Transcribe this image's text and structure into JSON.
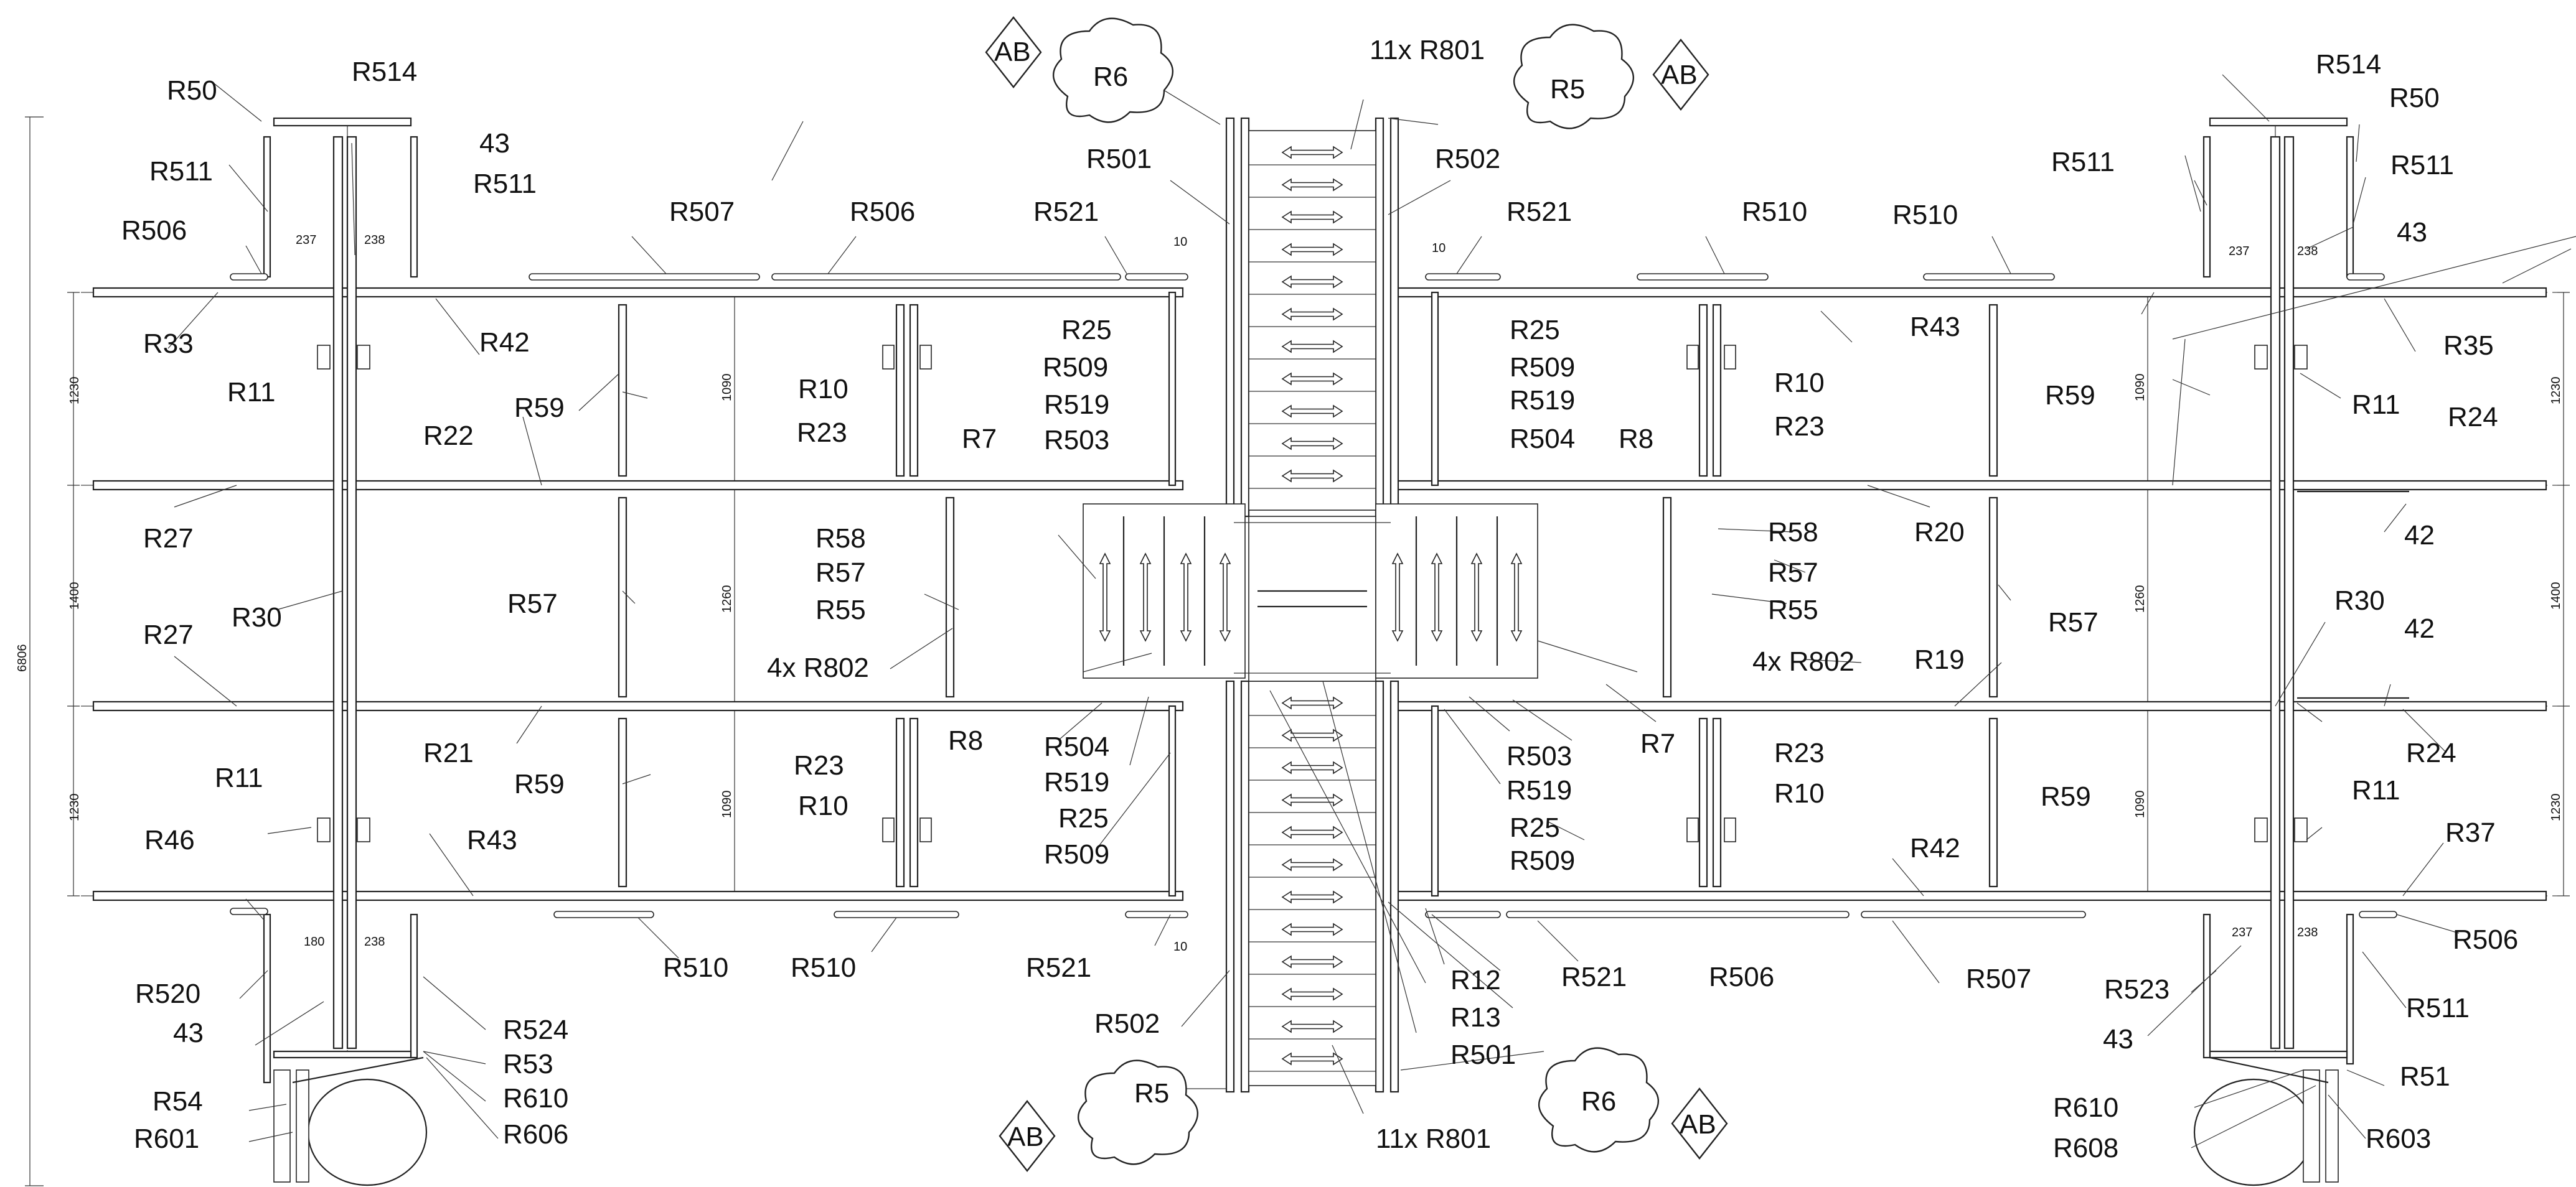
{
  "labels": [
    {
      "id": "l1",
      "t": "R50"
    },
    {
      "id": "l2",
      "t": "R514"
    },
    {
      "id": "l3",
      "t": "43"
    },
    {
      "id": "l4",
      "t": "R511"
    },
    {
      "id": "l5",
      "t": "R511"
    },
    {
      "id": "l6",
      "t": "R506"
    },
    {
      "id": "l7",
      "t": "R507"
    },
    {
      "id": "l8",
      "t": "R506"
    },
    {
      "id": "l9",
      "t": "R521"
    },
    {
      "id": "l10",
      "t": "R501"
    },
    {
      "id": "l11",
      "t": "R6"
    },
    {
      "id": "l12",
      "t": "11x R801"
    },
    {
      "id": "l13",
      "t": "R5"
    },
    {
      "id": "l14",
      "t": "R502"
    },
    {
      "id": "l15",
      "t": "R521"
    },
    {
      "id": "l16",
      "t": "R510"
    },
    {
      "id": "l17",
      "t": "R510"
    },
    {
      "id": "l18",
      "t": "R514"
    },
    {
      "id": "l19",
      "t": "R50"
    },
    {
      "id": "l20",
      "t": "R511"
    },
    {
      "id": "l21",
      "t": "R511"
    },
    {
      "id": "l22",
      "t": "43"
    },
    {
      "id": "l23",
      "t": "R33"
    },
    {
      "id": "l24",
      "t": "R42"
    },
    {
      "id": "l25",
      "t": "R11"
    },
    {
      "id": "l26",
      "t": "R59"
    },
    {
      "id": "l27",
      "t": "R10"
    },
    {
      "id": "l28",
      "t": "R25"
    },
    {
      "id": "l29",
      "t": "R509"
    },
    {
      "id": "l30",
      "t": "R519"
    },
    {
      "id": "l31",
      "t": "R22"
    },
    {
      "id": "l32",
      "t": "R23"
    },
    {
      "id": "l33",
      "t": "R7"
    },
    {
      "id": "l34",
      "t": "R503"
    },
    {
      "id": "l35",
      "t": "R25"
    },
    {
      "id": "l36",
      "t": "R509"
    },
    {
      "id": "l37",
      "t": "R519"
    },
    {
      "id": "l38",
      "t": "R504"
    },
    {
      "id": "l39",
      "t": "R8"
    },
    {
      "id": "l40",
      "t": "R10"
    },
    {
      "id": "l41",
      "t": "R23"
    },
    {
      "id": "l42",
      "t": "R43"
    },
    {
      "id": "l43",
      "t": "R59"
    },
    {
      "id": "l44",
      "t": "R11"
    },
    {
      "id": "l45",
      "t": "R35"
    },
    {
      "id": "l46",
      "t": "R24"
    },
    {
      "id": "l47",
      "t": "R27"
    },
    {
      "id": "l48",
      "t": "R58"
    },
    {
      "id": "l49",
      "t": "R57"
    },
    {
      "id": "l50",
      "t": "R55"
    },
    {
      "id": "l51",
      "t": "R30"
    },
    {
      "id": "l52",
      "t": "R57"
    },
    {
      "id": "l53",
      "t": "R20"
    },
    {
      "id": "l54",
      "t": "R58"
    },
    {
      "id": "l55",
      "t": "R57"
    },
    {
      "id": "l56",
      "t": "R55"
    },
    {
      "id": "l57",
      "t": "42"
    },
    {
      "id": "l58",
      "t": "R30"
    },
    {
      "id": "l59",
      "t": "R57"
    },
    {
      "id": "l60",
      "t": "R27"
    },
    {
      "id": "l61",
      "t": "4x R802"
    },
    {
      "id": "l62",
      "t": "4x R802"
    },
    {
      "id": "l63",
      "t": "R19"
    },
    {
      "id": "l64",
      "t": "42"
    },
    {
      "id": "l65",
      "t": "R21"
    },
    {
      "id": "l66",
      "t": "R8"
    },
    {
      "id": "l67",
      "t": "R504"
    },
    {
      "id": "l68",
      "t": "R519"
    },
    {
      "id": "l69",
      "t": "R7"
    },
    {
      "id": "l70",
      "t": "R503"
    },
    {
      "id": "l71",
      "t": "R519"
    },
    {
      "id": "l72",
      "t": "R24"
    },
    {
      "id": "l73",
      "t": "R11"
    },
    {
      "id": "l74",
      "t": "R59"
    },
    {
      "id": "l75",
      "t": "R23"
    },
    {
      "id": "l76",
      "t": "R10"
    },
    {
      "id": "l77",
      "t": "R25"
    },
    {
      "id": "l78",
      "t": "R509"
    },
    {
      "id": "l79",
      "t": "R23"
    },
    {
      "id": "l80",
      "t": "R10"
    },
    {
      "id": "l81",
      "t": "R25"
    },
    {
      "id": "l82",
      "t": "R509"
    },
    {
      "id": "l83",
      "t": "R59"
    },
    {
      "id": "l84",
      "t": "R11"
    },
    {
      "id": "l85",
      "t": "R46"
    },
    {
      "id": "l86",
      "t": "R43"
    },
    {
      "id": "l87",
      "t": "R42"
    },
    {
      "id": "l88",
      "t": "R37"
    },
    {
      "id": "l89",
      "t": "R510"
    },
    {
      "id": "l90",
      "t": "R510"
    },
    {
      "id": "l91",
      "t": "R521"
    },
    {
      "id": "l92",
      "t": "R12"
    },
    {
      "id": "l93",
      "t": "R521"
    },
    {
      "id": "l94",
      "t": "R506"
    },
    {
      "id": "l95",
      "t": "R507"
    },
    {
      "id": "l96",
      "t": "R506"
    },
    {
      "id": "l97",
      "t": "R520"
    },
    {
      "id": "l98",
      "t": "43"
    },
    {
      "id": "l99",
      "t": "R524"
    },
    {
      "id": "l100",
      "t": "R502"
    },
    {
      "id": "l101",
      "t": "R13"
    },
    {
      "id": "l102",
      "t": "R523"
    },
    {
      "id": "l103",
      "t": "R511"
    },
    {
      "id": "l104",
      "t": "43"
    },
    {
      "id": "l105",
      "t": "R53"
    },
    {
      "id": "l106",
      "t": "R54"
    },
    {
      "id": "l107",
      "t": "R610"
    },
    {
      "id": "l108",
      "t": "R601"
    },
    {
      "id": "l109",
      "t": "R606"
    },
    {
      "id": "l110",
      "t": "R5"
    },
    {
      "id": "l111",
      "t": "R501"
    },
    {
      "id": "l112",
      "t": "R6"
    },
    {
      "id": "l113",
      "t": "11x R801"
    },
    {
      "id": "l114",
      "t": "R610"
    },
    {
      "id": "l115",
      "t": "R51"
    },
    {
      "id": "l116",
      "t": "R608"
    },
    {
      "id": "l117",
      "t": "R603"
    }
  ],
  "tags": [
    {
      "id": "t1",
      "t": "AB"
    },
    {
      "id": "t2",
      "t": "AB"
    },
    {
      "id": "t3",
      "t": "AB"
    },
    {
      "id": "t4",
      "t": "AB"
    }
  ],
  "dims": [
    {
      "id": "d1",
      "t": "6806"
    },
    {
      "id": "d2",
      "t": "1230"
    },
    {
      "id": "d3",
      "t": "1400"
    },
    {
      "id": "d4",
      "t": "1230"
    },
    {
      "id": "d5",
      "t": "1090"
    },
    {
      "id": "d6",
      "t": "1260"
    },
    {
      "id": "d7",
      "t": "1090"
    },
    {
      "id": "d8",
      "t": "1090"
    },
    {
      "id": "d9",
      "t": "1260"
    },
    {
      "id": "d10",
      "t": "1090"
    },
    {
      "id": "d11",
      "t": "1230"
    },
    {
      "id": "d12",
      "t": "1400"
    },
    {
      "id": "d13",
      "t": "1230"
    },
    {
      "id": "d14",
      "t": "237"
    },
    {
      "id": "d15",
      "t": "238"
    },
    {
      "id": "d16",
      "t": "237"
    },
    {
      "id": "d17",
      "t": "238"
    },
    {
      "id": "d18",
      "t": "180"
    },
    {
      "id": "d19",
      "t": "238"
    },
    {
      "id": "d20",
      "t": "237"
    },
    {
      "id": "d21",
      "t": "238"
    },
    {
      "id": "d22",
      "t": "10"
    },
    {
      "id": "d23",
      "t": "10"
    },
    {
      "id": "d24",
      "t": "10"
    }
  ]
}
